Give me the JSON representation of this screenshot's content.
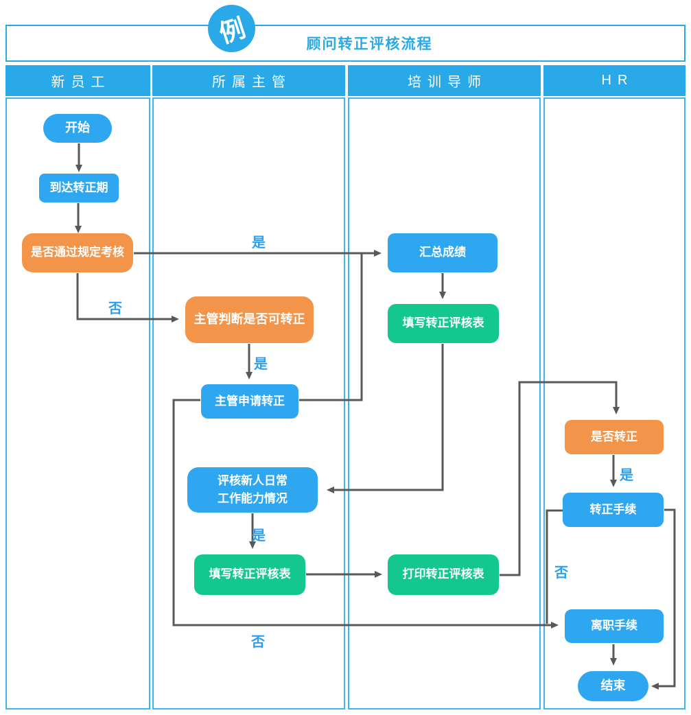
{
  "badge": {
    "label": "例"
  },
  "header": {
    "title": "顾问转正评核流程"
  },
  "lanes": [
    {
      "label": "新员工"
    },
    {
      "label": "所属主管"
    },
    {
      "label": "培训导师"
    },
    {
      "label": "HR"
    }
  ],
  "nodes": [
    {
      "id": "start",
      "label": "开始",
      "type": "terminal",
      "color": "blue",
      "lane": "新员工"
    },
    {
      "id": "reach-probation-end",
      "label": "到达转正期",
      "type": "process",
      "color": "blue",
      "lane": "新员工"
    },
    {
      "id": "pass-required-exam",
      "label": "是否通过规定考核",
      "type": "decision",
      "color": "orange",
      "lane": "新员工"
    },
    {
      "id": "supervisor-judge",
      "label": "主管判断是否可转正",
      "type": "decision",
      "color": "orange",
      "lane": "所属主管"
    },
    {
      "id": "supervisor-apply",
      "label": "主管申请转正",
      "type": "process",
      "color": "blue",
      "lane": "所属主管"
    },
    {
      "id": "evaluate-daily-work",
      "label": "评核新人日常 工作能力情况",
      "label_line1": "评核新人日常",
      "label_line2": "工作能力情况",
      "type": "process",
      "color": "blue",
      "lane": "所属主管"
    },
    {
      "id": "fill-review-form-supervisor",
      "label": "填写转正评核表",
      "type": "process",
      "color": "green",
      "lane": "所属主管"
    },
    {
      "id": "summarize-scores",
      "label": "汇总成绩",
      "type": "process",
      "color": "blue",
      "lane": "培训导师"
    },
    {
      "id": "fill-review-form-mentor",
      "label": "填写转正评核表",
      "type": "process",
      "color": "green",
      "lane": "培训导师"
    },
    {
      "id": "print-review-form",
      "label": "打印转正评核表",
      "type": "process",
      "color": "green",
      "lane": "培训导师"
    },
    {
      "id": "is-regularized",
      "label": "是否转正",
      "type": "decision",
      "color": "orange",
      "lane": "HR"
    },
    {
      "id": "regularization-procedure",
      "label": "转正手续",
      "type": "process",
      "color": "blue",
      "lane": "HR"
    },
    {
      "id": "resignation-procedure",
      "label": "离职手续",
      "type": "process",
      "color": "blue",
      "lane": "HR"
    },
    {
      "id": "end",
      "label": "结束",
      "type": "terminal",
      "color": "blue",
      "lane": "HR"
    }
  ],
  "edge_labels": [
    {
      "text": "是"
    },
    {
      "text": "否"
    },
    {
      "text": "是"
    },
    {
      "text": "是"
    },
    {
      "text": "是"
    },
    {
      "text": "否"
    },
    {
      "text": "否"
    }
  ],
  "edges": [
    {
      "from": "start",
      "to": "reach-probation-end",
      "label": ""
    },
    {
      "from": "reach-probation-end",
      "to": "pass-required-exam",
      "label": ""
    },
    {
      "from": "pass-required-exam",
      "to": "summarize-scores",
      "label": "是"
    },
    {
      "from": "pass-required-exam",
      "to": "supervisor-judge",
      "label": "否"
    },
    {
      "from": "supervisor-judge",
      "to": "supervisor-apply",
      "label": "是"
    },
    {
      "from": "supervisor-apply",
      "to": "summarize-scores",
      "label": ""
    },
    {
      "from": "summarize-scores",
      "to": "fill-review-form-mentor",
      "label": ""
    },
    {
      "from": "fill-review-form-mentor",
      "to": "evaluate-daily-work",
      "label": ""
    },
    {
      "from": "evaluate-daily-work",
      "to": "fill-review-form-supervisor",
      "label": "是"
    },
    {
      "from": "fill-review-form-supervisor",
      "to": "print-review-form",
      "label": ""
    },
    {
      "from": "print-review-form",
      "to": "is-regularized",
      "label": ""
    },
    {
      "from": "is-regularized",
      "to": "regularization-procedure",
      "label": "是"
    },
    {
      "from": "regularization-procedure",
      "to": "resignation-procedure",
      "label": "否"
    },
    {
      "from": "supervisor-apply",
      "to": "resignation-procedure",
      "label": "否"
    },
    {
      "from": "resignation-procedure",
      "to": "end",
      "label": ""
    },
    {
      "from": "regularization-procedure",
      "to": "end",
      "label": ""
    }
  ],
  "colors": {
    "accent_blue": "#29a9e8",
    "node_blue": "#2ea7f0",
    "node_green": "#14c78f",
    "node_orange": "#f2954b",
    "connector_gray": "#58585a",
    "label_blue": "#2e9ff0",
    "lane_border": "#3db5f1"
  }
}
